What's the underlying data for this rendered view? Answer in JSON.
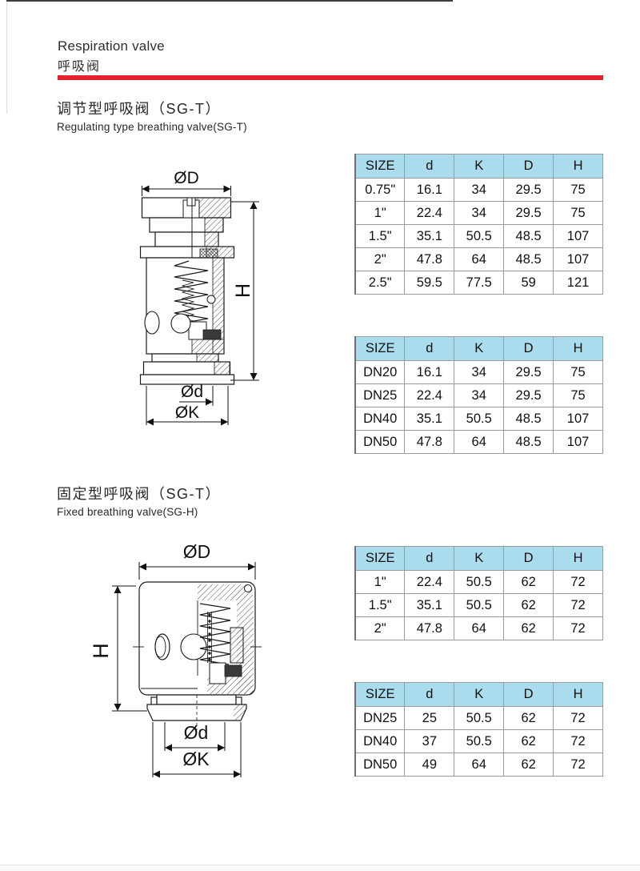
{
  "page": {
    "accent_red": "#e42230",
    "table_header_blue": "#abdcee"
  },
  "header": {
    "title_en": "Respiration valve",
    "title_cn": "呼吸阀"
  },
  "sections": [
    {
      "title_cn": "调节型呼吸阀（SG-T）",
      "title_en": "Regulating type breathing valve(SG-T)",
      "drawing": {
        "labels": {
          "outer_diameter": "ØD",
          "height": "H",
          "bore_diameter": "Ød",
          "clamp_diameter": "ØK"
        }
      },
      "tables": [
        {
          "headers": [
            "SIZE",
            "d",
            "K",
            "D",
            "H"
          ],
          "rows": [
            [
              "0.75\"",
              "16.1",
              "34",
              "29.5",
              "75"
            ],
            [
              "1\"",
              "22.4",
              "34",
              "29.5",
              "75"
            ],
            [
              "1.5\"",
              "35.1",
              "50.5",
              "48.5",
              "107"
            ],
            [
              "2\"",
              "47.8",
              "64",
              "48.5",
              "107"
            ],
            [
              "2.5\"",
              "59.5",
              "77.5",
              "59",
              "121"
            ]
          ]
        },
        {
          "headers": [
            "SIZE",
            "d",
            "K",
            "D",
            "H"
          ],
          "rows": [
            [
              "DN20",
              "16.1",
              "34",
              "29.5",
              "75"
            ],
            [
              "DN25",
              "22.4",
              "34",
              "29.5",
              "75"
            ],
            [
              "DN40",
              "35.1",
              "50.5",
              "48.5",
              "107"
            ],
            [
              "DN50",
              "47.8",
              "64",
              "48.5",
              "107"
            ]
          ]
        }
      ]
    },
    {
      "title_cn": "固定型呼吸阀（SG-T）",
      "title_en": "Fixed breathing valve(SG-H)",
      "drawing": {
        "labels": {
          "outer_diameter": "ØD",
          "height": "H",
          "bore_diameter": "Ød",
          "clamp_diameter": "ØK"
        }
      },
      "tables": [
        {
          "headers": [
            "SIZE",
            "d",
            "K",
            "D",
            "H"
          ],
          "rows": [
            [
              "1\"",
              "22.4",
              "50.5",
              "62",
              "72"
            ],
            [
              "1.5\"",
              "35.1",
              "50.5",
              "62",
              "72"
            ],
            [
              "2\"",
              "47.8",
              "64",
              "62",
              "72"
            ]
          ]
        },
        {
          "headers": [
            "SIZE",
            "d",
            "K",
            "D",
            "H"
          ],
          "rows": [
            [
              "DN25",
              "25",
              "50.5",
              "62",
              "72"
            ],
            [
              "DN40",
              "37",
              "50.5",
              "62",
              "72"
            ],
            [
              "DN50",
              "49",
              "64",
              "62",
              "72"
            ]
          ]
        }
      ]
    }
  ]
}
